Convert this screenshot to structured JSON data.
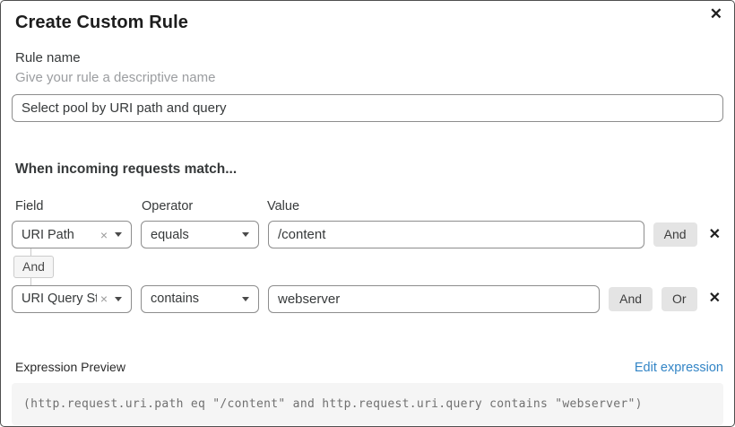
{
  "dialog": {
    "title": "Create Custom Rule"
  },
  "icons": {
    "close": "✕",
    "remove": "×",
    "delete": "✕"
  },
  "rule_name": {
    "label": "Rule name",
    "helper": "Give your rule a descriptive name",
    "value": "Select pool by URI path and query"
  },
  "matcher": {
    "heading": "When incoming requests match...",
    "columns": {
      "field": "Field",
      "operator": "Operator",
      "value": "Value"
    },
    "connector": "And",
    "rows": [
      {
        "field": "URI Path",
        "operator": "equals",
        "value": "/content",
        "buttons": [
          "And"
        ]
      },
      {
        "field": "URI Query St...",
        "operator": "contains",
        "value": "webserver",
        "buttons": [
          "And",
          "Or"
        ]
      }
    ]
  },
  "expression": {
    "label": "Expression Preview",
    "edit_link": "Edit expression",
    "code": "(http.request.uri.path eq \"/content\" and http.request.uri.query contains \"webserver\")"
  },
  "colors": {
    "link_blue": "#3385c6",
    "button_gray": "#e4e4e4",
    "border_gray": "#8d8d8d",
    "code_bg": "#f5f5f5"
  }
}
